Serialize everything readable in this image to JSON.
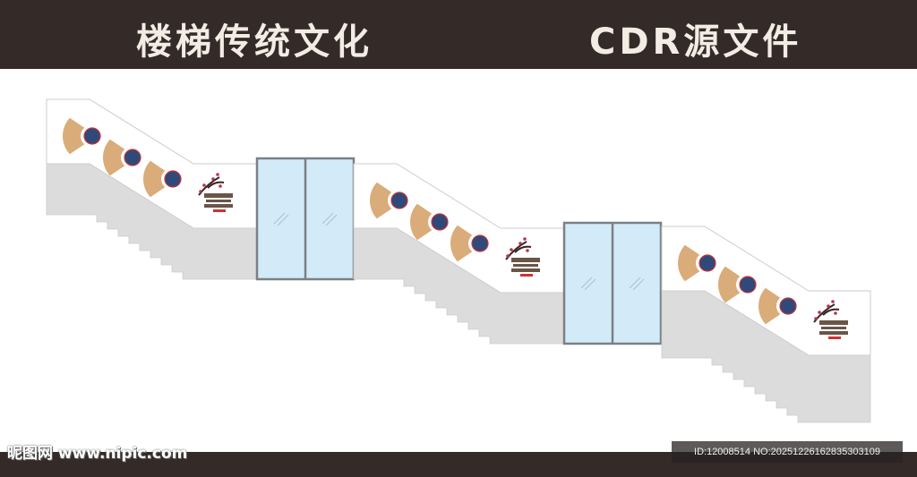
{
  "header": {
    "title": "楼梯传统文化",
    "subtitle": "CDR源文件"
  },
  "footer": {
    "watermark": "昵图网 www.nipic.com",
    "id_text": "ID:12008514 NO:20251226162835303109"
  },
  "colors": {
    "bar": "#342a28",
    "wall": "#ffffff",
    "stairs": "#dcdcdc",
    "glass": "#d3ebf8",
    "frame": "#7b8085",
    "fan": "#d9ac79",
    "medallion": "#2f4a7a",
    "sign": "#6b5548"
  },
  "sections": [
    {
      "name": "flight-1"
    },
    {
      "name": "flight-2"
    },
    {
      "name": "flight-3"
    }
  ]
}
